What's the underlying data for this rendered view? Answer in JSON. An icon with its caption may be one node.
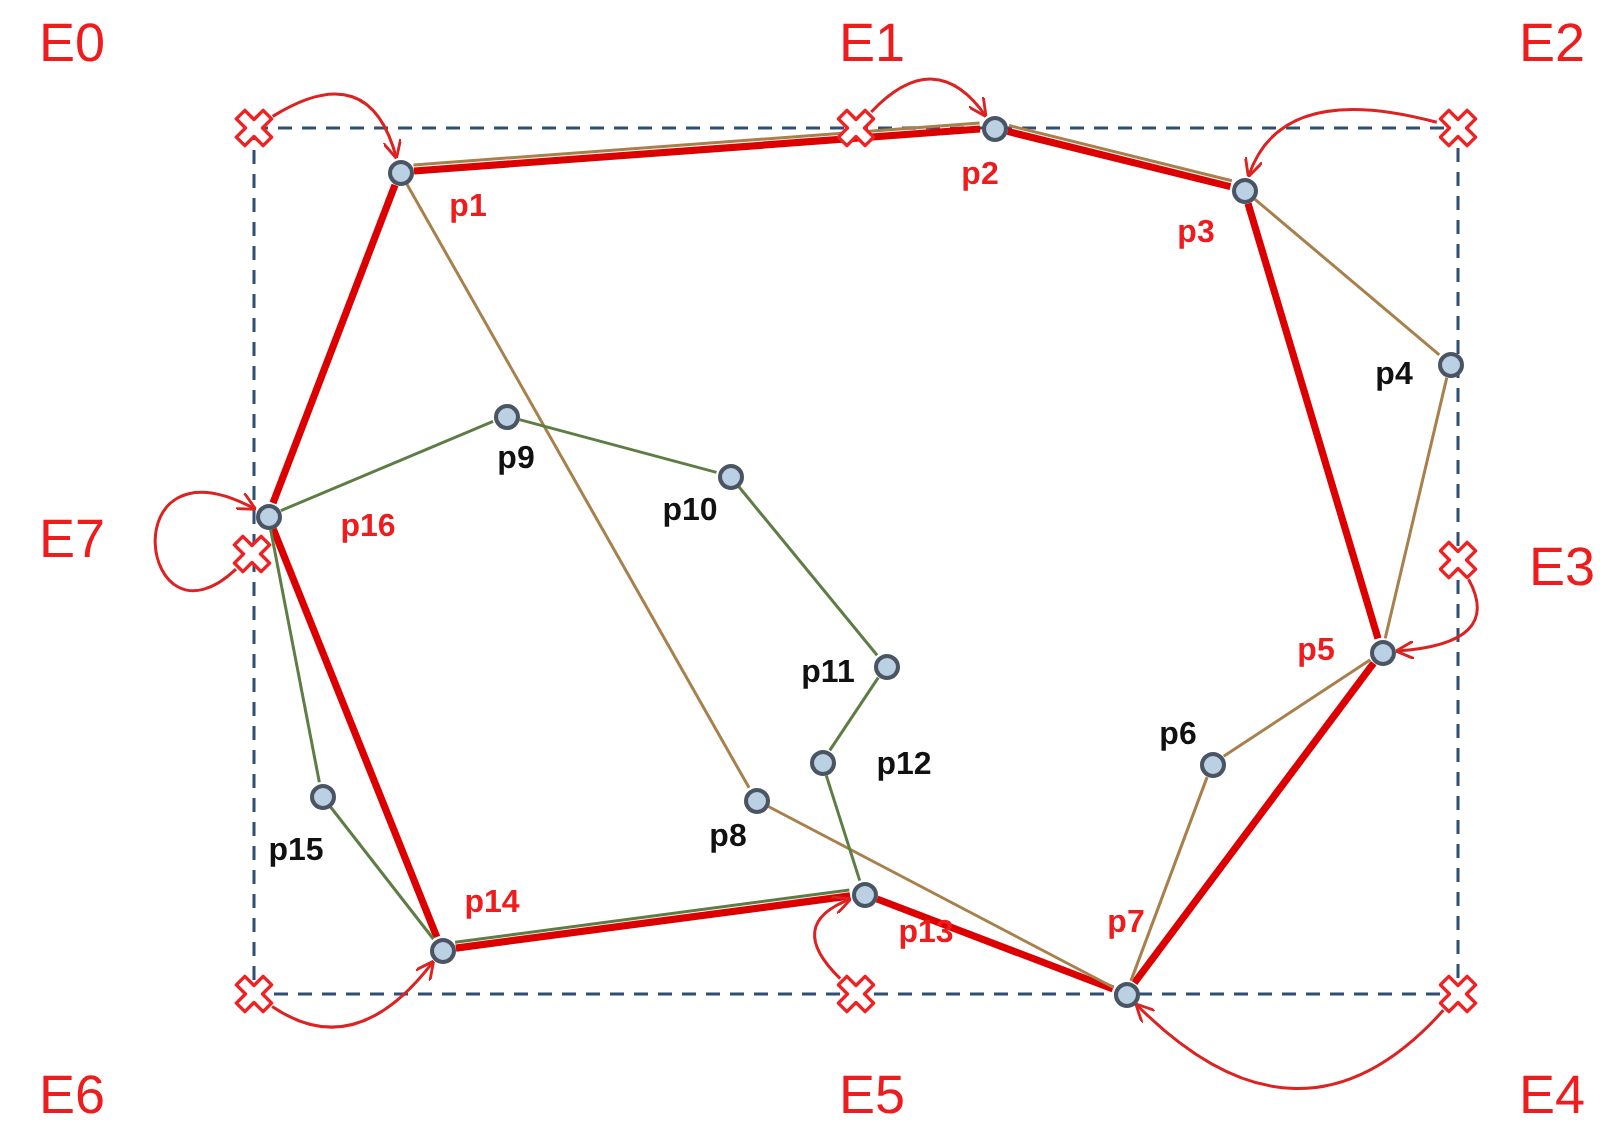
{
  "diagram": {
    "nodes": [
      {
        "text": [],
        "shape": "circle",
        "beside": [
          "p1"
        ]
      },
      {
        "text": [],
        "shape": "circle",
        "beside": [
          "p2"
        ]
      },
      {
        "text": [],
        "shape": "circle",
        "beside": [
          "p3"
        ]
      },
      {
        "text": [],
        "shape": "circle",
        "beside": [
          "p4"
        ]
      },
      {
        "text": [],
        "shape": "circle",
        "beside": [
          "p5"
        ]
      },
      {
        "text": [],
        "shape": "circle",
        "beside": [
          "p6"
        ]
      },
      {
        "text": [],
        "shape": "circle",
        "beside": [
          "p7"
        ]
      },
      {
        "text": [],
        "shape": "circle",
        "beside": [
          "p8"
        ]
      },
      {
        "text": [],
        "shape": "circle",
        "beside": [
          "p9"
        ]
      },
      {
        "text": [],
        "shape": "circle",
        "beside": [
          "p10"
        ]
      },
      {
        "text": [],
        "shape": "circle",
        "beside": [
          "p11"
        ]
      },
      {
        "text": [],
        "shape": "circle",
        "beside": [
          "p12"
        ]
      },
      {
        "text": [],
        "shape": "circle",
        "beside": [
          "p13"
        ]
      },
      {
        "text": [],
        "shape": "circle",
        "beside": [
          "p14"
        ]
      },
      {
        "text": [],
        "shape": "circle",
        "beside": [
          "p15"
        ]
      },
      {
        "text": [],
        "shape": "circle",
        "beside": [
          "p16"
        ]
      },
      {
        "text": [],
        "shape": "cross",
        "beside": [
          "E0"
        ]
      },
      {
        "text": [],
        "shape": "cross",
        "beside": [
          "E1"
        ]
      },
      {
        "text": [],
        "shape": "cross",
        "beside": [
          "E2"
        ]
      },
      {
        "text": [],
        "shape": "cross",
        "beside": [
          "E3"
        ]
      },
      {
        "text": [],
        "shape": "cross",
        "beside": [
          "E4"
        ]
      },
      {
        "text": [],
        "shape": "cross",
        "beside": [
          "E5"
        ]
      },
      {
        "text": [],
        "shape": "cross",
        "beside": [
          "E6"
        ]
      },
      {
        "text": [],
        "shape": "cross",
        "beside": [
          "E7"
        ]
      }
    ],
    "edges": [
      {
        "from": 0,
        "to": 1,
        "arrow": "none",
        "style": "thick",
        "color": "#dd0000"
      },
      {
        "from": 1,
        "to": 2,
        "arrow": "none",
        "style": "thick",
        "color": "#dd0000"
      },
      {
        "from": 2,
        "to": 4,
        "arrow": "none",
        "style": "thick",
        "color": "#dd0000"
      },
      {
        "from": 4,
        "to": 6,
        "arrow": "none",
        "style": "thick",
        "color": "#dd0000"
      },
      {
        "from": 6,
        "to": 12,
        "arrow": "none",
        "style": "thick",
        "color": "#dd0000"
      },
      {
        "from": 12,
        "to": 13,
        "arrow": "none",
        "style": "thick",
        "color": "#dd0000"
      },
      {
        "from": 13,
        "to": 15,
        "arrow": "none",
        "style": "thick",
        "color": "#dd0000"
      },
      {
        "from": 15,
        "to": 0,
        "arrow": "none",
        "style": "thick",
        "color": "#dd0000"
      },
      {
        "from": 0,
        "to": 1,
        "arrow": "none",
        "color": "#a8804c"
      },
      {
        "from": 1,
        "to": 2,
        "arrow": "none",
        "color": "#a8804c"
      },
      {
        "from": 2,
        "to": 3,
        "arrow": "none",
        "color": "#a8804c"
      },
      {
        "from": 3,
        "to": 4,
        "arrow": "none",
        "color": "#a8804c"
      },
      {
        "from": 4,
        "to": 5,
        "arrow": "none",
        "color": "#a8804c"
      },
      {
        "from": 5,
        "to": 6,
        "arrow": "none",
        "color": "#a8804c"
      },
      {
        "from": 6,
        "to": 7,
        "arrow": "none",
        "color": "#a8804c"
      },
      {
        "from": 7,
        "to": 0,
        "arrow": "none",
        "color": "#a8804c"
      },
      {
        "from": 15,
        "to": 8,
        "arrow": "none",
        "color": "#5e7d45"
      },
      {
        "from": 8,
        "to": 9,
        "arrow": "none",
        "color": "#5e7d45"
      },
      {
        "from": 9,
        "to": 10,
        "arrow": "none",
        "color": "#5e7d45"
      },
      {
        "from": 10,
        "to": 11,
        "arrow": "none",
        "color": "#5e7d45"
      },
      {
        "from": 11,
        "to": 12,
        "arrow": "none",
        "color": "#5e7d45"
      },
      {
        "from": 12,
        "to": 13,
        "arrow": "none",
        "color": "#5e7d45"
      },
      {
        "from": 13,
        "to": 14,
        "arrow": "none",
        "color": "#5e7d45"
      },
      {
        "from": 14,
        "to": 15,
        "arrow": "none",
        "color": "#5e7d45"
      },
      {
        "from": 16,
        "to": 0,
        "arrow": "to",
        "color": "#dd2222"
      },
      {
        "from": 17,
        "to": 1,
        "arrow": "to",
        "color": "#dd2222"
      },
      {
        "from": 18,
        "to": 2,
        "arrow": "to",
        "color": "#dd2222"
      },
      {
        "from": 19,
        "to": 4,
        "arrow": "to",
        "color": "#dd2222"
      },
      {
        "from": 20,
        "to": 6,
        "arrow": "to",
        "color": "#dd2222"
      },
      {
        "from": 21,
        "to": 12,
        "arrow": "to",
        "color": "#dd2222"
      },
      {
        "from": 22,
        "to": 13,
        "arrow": "to",
        "color": "#dd2222"
      },
      {
        "from": 23,
        "to": 15,
        "arrow": "to",
        "color": "#dd2222"
      }
    ]
  }
}
